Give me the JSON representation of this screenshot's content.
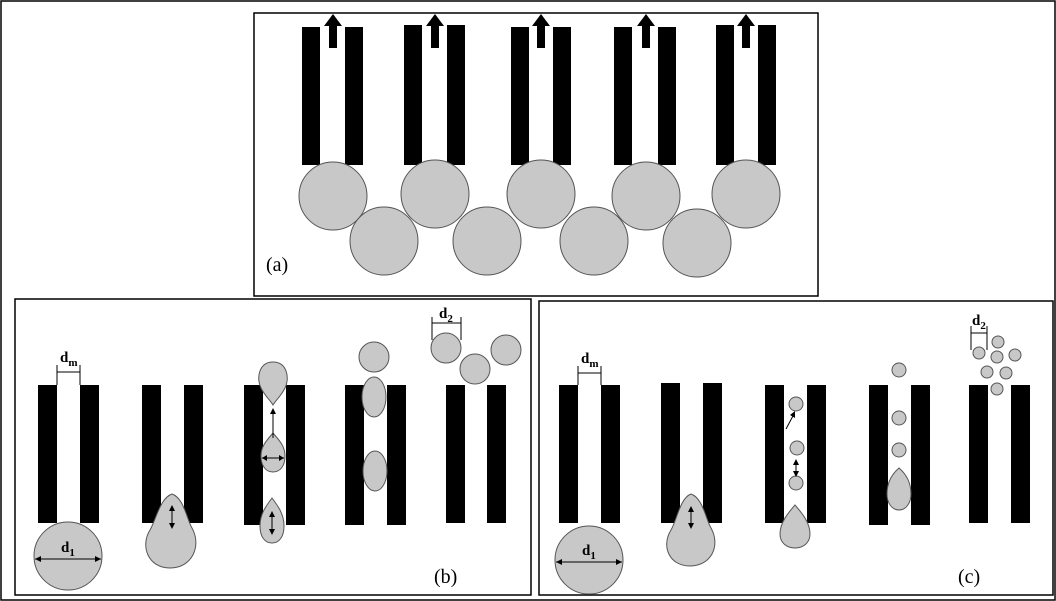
{
  "panels": {
    "a": {
      "label": "(a)"
    },
    "b": {
      "label": "(b)",
      "dim_membrane": {
        "base": "d",
        "sub": "m"
      },
      "dim_initial": {
        "base": "d",
        "sub": "1"
      },
      "dim_final": {
        "base": "d",
        "sub": "2"
      }
    },
    "c": {
      "label": "(c)",
      "dim_membrane": {
        "base": "d",
        "sub": "m"
      },
      "dim_initial": {
        "base": "d",
        "sub": "1"
      },
      "dim_final": {
        "base": "d",
        "sub": "2"
      }
    }
  },
  "colors": {
    "wall": "#000000",
    "droplet": "#c8c8c8",
    "droplet_stroke": "#555555",
    "frame": "#000000",
    "background": "#ffffff"
  }
}
